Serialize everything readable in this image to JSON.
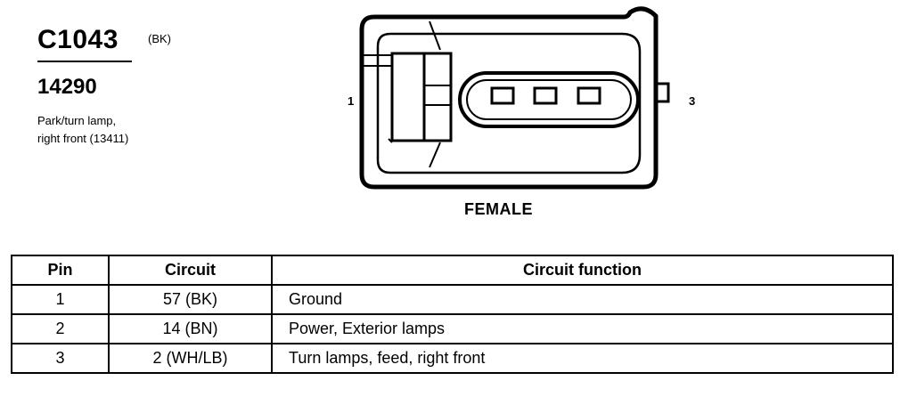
{
  "connector": {
    "id": "C1043",
    "color_code": "(BK)",
    "part_number": "14290",
    "description_lines": [
      "Park/turn lamp,",
      "right front (13411)"
    ],
    "gender": "FEMALE",
    "pin_label_left": "1",
    "pin_label_right": "3"
  },
  "table": {
    "headers": [
      "Pin",
      "Circuit",
      "Circuit function"
    ],
    "rows": [
      {
        "pin": "1",
        "circuit": "57 (BK)",
        "function": "Ground"
      },
      {
        "pin": "2",
        "circuit": "14 (BN)",
        "function": "Power, Exterior lamps"
      },
      {
        "pin": "3",
        "circuit": "2 (WH/LB)",
        "function": "Turn lamps, feed, right front"
      }
    ]
  }
}
